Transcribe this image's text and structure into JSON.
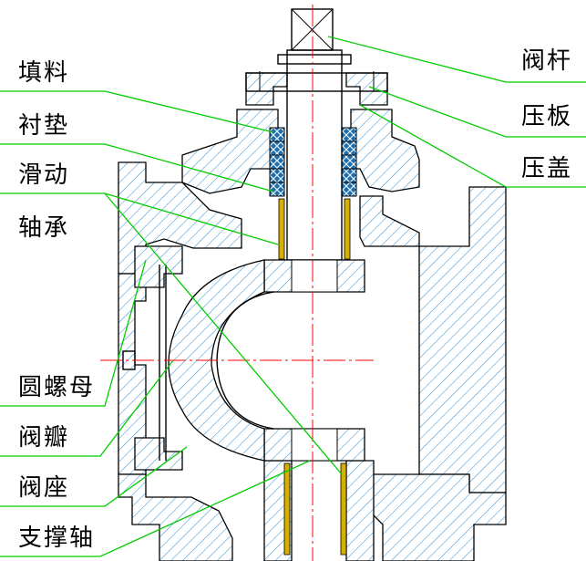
{
  "labels": {
    "packing": "填料",
    "liner": "衬垫",
    "sliding_bearing_line1": "滑动",
    "sliding_bearing_line2": "轴承",
    "round_nut": "圆螺母",
    "valve_disc": "阀瓣",
    "valve_seat": "阀座",
    "support_shaft": "支撑轴",
    "valve_stem": "阀杆",
    "pressure_plate": "压板",
    "gland": "压盖"
  },
  "colors": {
    "outline": "#000000",
    "hatch": "#2b8fd6",
    "leader": "#00cc00",
    "centerline": "#ff0000",
    "bushing": "#d4b000",
    "leader_underline": "#00cc00"
  }
}
